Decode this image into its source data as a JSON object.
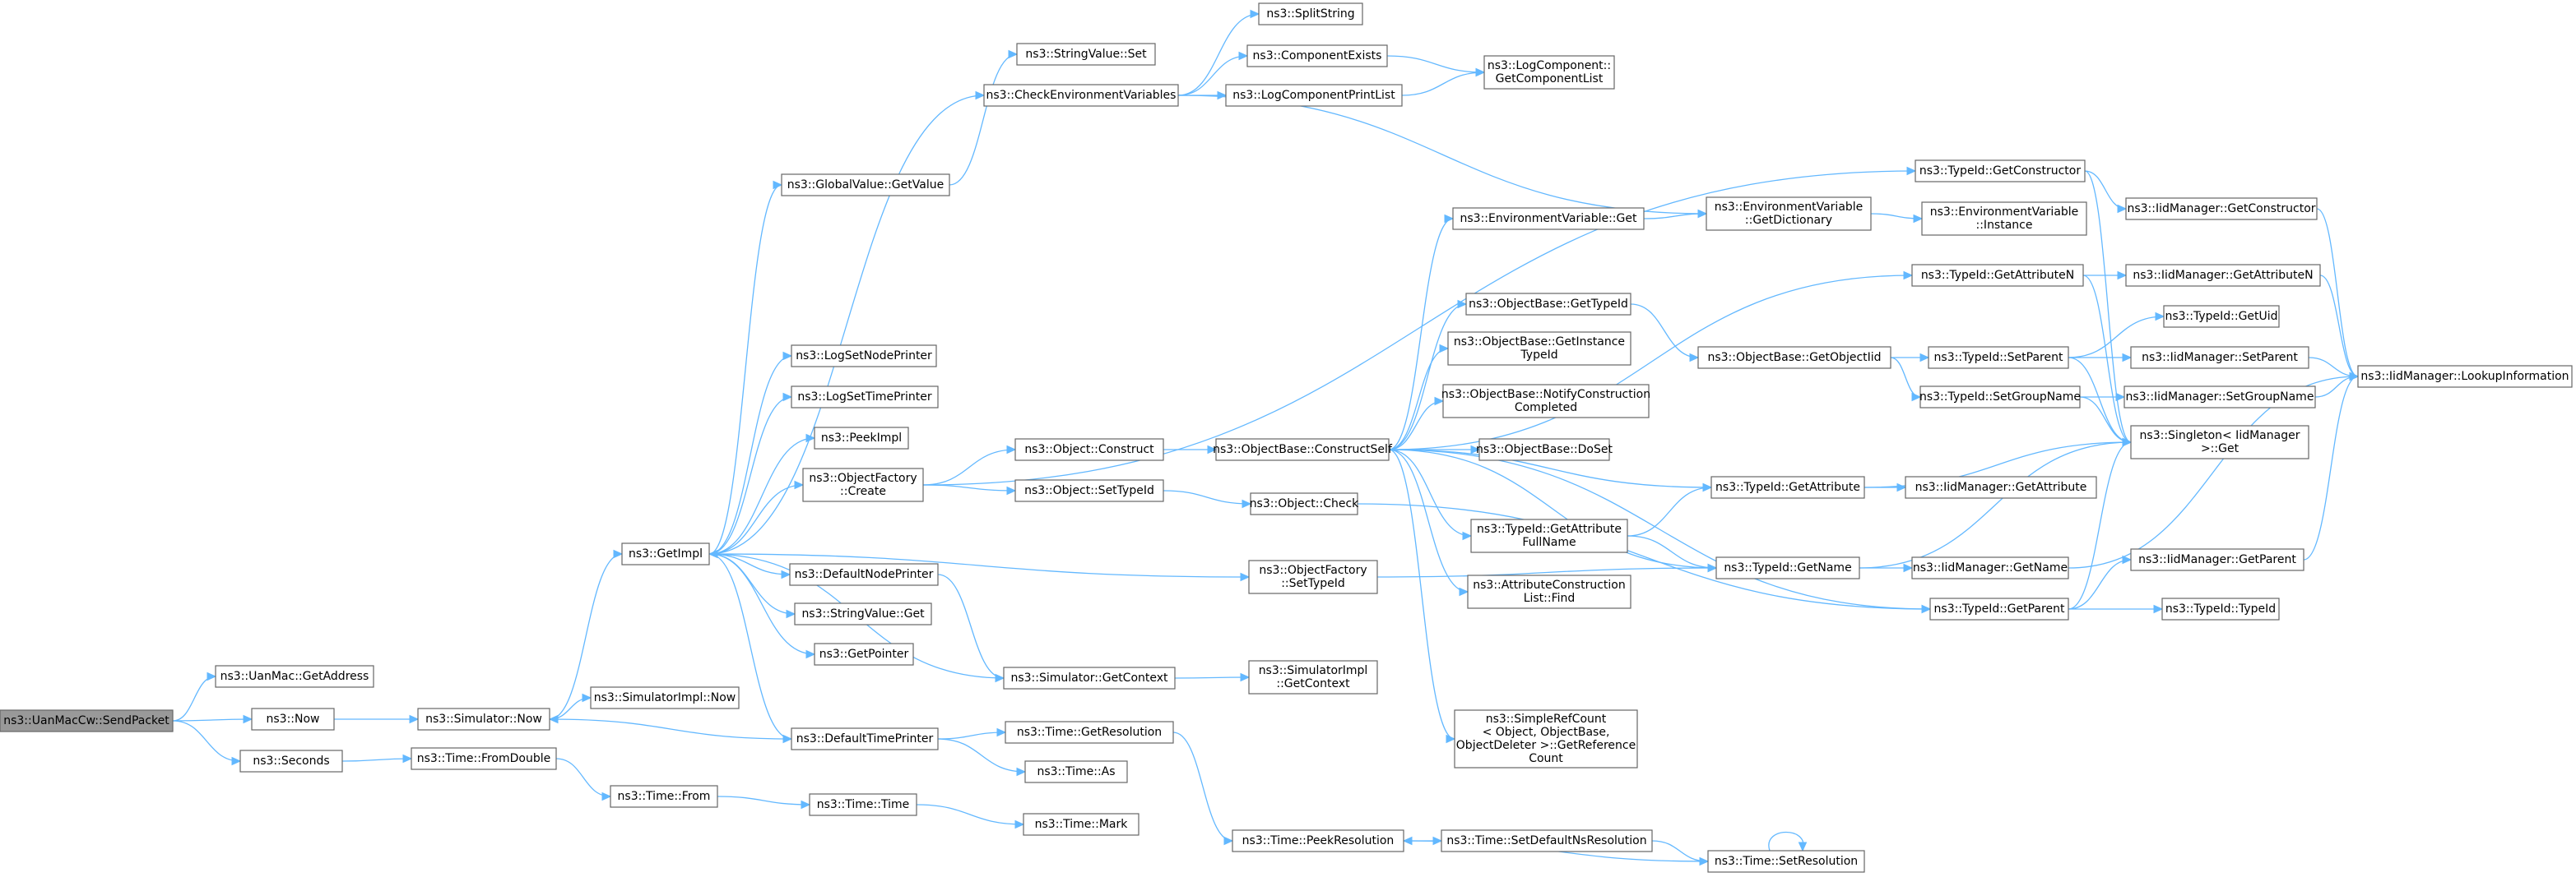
{
  "graph": {
    "root": "ns3::UanMacCw::SendPacket",
    "nodes": [
      {
        "id": "sendpacket",
        "lines": [
          "ns3::UanMacCw::SendPacket"
        ],
        "root": true
      },
      {
        "id": "getaddress",
        "lines": [
          "ns3::UanMac::GetAddress"
        ]
      },
      {
        "id": "now",
        "lines": [
          "ns3::Now"
        ]
      },
      {
        "id": "seconds",
        "lines": [
          "ns3::Seconds"
        ]
      },
      {
        "id": "simnow",
        "lines": [
          "ns3::Simulator::Now"
        ]
      },
      {
        "id": "simimplnow",
        "lines": [
          "ns3::SimulatorImpl::Now"
        ]
      },
      {
        "id": "fromdouble",
        "lines": [
          "ns3::Time::FromDouble"
        ]
      },
      {
        "id": "timefrom",
        "lines": [
          "ns3::Time::From"
        ]
      },
      {
        "id": "timetime",
        "lines": [
          "ns3::Time::Time"
        ]
      },
      {
        "id": "timemark",
        "lines": [
          "ns3::Time::Mark"
        ]
      },
      {
        "id": "getimpl",
        "lines": [
          "ns3::GetImpl"
        ]
      },
      {
        "id": "gvgetvalue",
        "lines": [
          "ns3::GlobalValue::GetValue"
        ]
      },
      {
        "id": "svset",
        "lines": [
          "ns3::StringValue::Set"
        ]
      },
      {
        "id": "checkenv",
        "lines": [
          "ns3::CheckEnvironmentVariables"
        ]
      },
      {
        "id": "splitstring",
        "lines": [
          "ns3::SplitString"
        ]
      },
      {
        "id": "compexists",
        "lines": [
          "ns3::ComponentExists"
        ]
      },
      {
        "id": "logprintlist",
        "lines": [
          "ns3::LogComponentPrintList"
        ]
      },
      {
        "id": "getcomplist",
        "lines": [
          "ns3::LogComponent::",
          "GetComponentList"
        ]
      },
      {
        "id": "lognodeprinter",
        "lines": [
          "ns3::LogSetNodePrinter"
        ]
      },
      {
        "id": "logtimeprinter",
        "lines": [
          "ns3::LogSetTimePrinter"
        ]
      },
      {
        "id": "peekimpl",
        "lines": [
          "ns3::PeekImpl"
        ]
      },
      {
        "id": "ofcreate",
        "lines": [
          "ns3::ObjectFactory",
          "::Create"
        ]
      },
      {
        "id": "defnodeprinter",
        "lines": [
          "ns3::DefaultNodePrinter"
        ]
      },
      {
        "id": "svget",
        "lines": [
          "ns3::StringValue::Get"
        ]
      },
      {
        "id": "getpointer",
        "lines": [
          "ns3::GetPointer"
        ]
      },
      {
        "id": "deftimeprinter",
        "lines": [
          "ns3::DefaultTimePrinter"
        ]
      },
      {
        "id": "objconstruct",
        "lines": [
          "ns3::Object::Construct"
        ]
      },
      {
        "id": "objsettypeid",
        "lines": [
          "ns3::Object::SetTypeId"
        ]
      },
      {
        "id": "ofsettypeid",
        "lines": [
          "ns3::ObjectFactory",
          "::SetTypeId"
        ]
      },
      {
        "id": "simgetcontext",
        "lines": [
          "ns3::Simulator::GetContext"
        ]
      },
      {
        "id": "simimplgetcontext",
        "lines": [
          "ns3::SimulatorImpl",
          "::GetContext"
        ]
      },
      {
        "id": "getresolution",
        "lines": [
          "ns3::Time::GetResolution"
        ]
      },
      {
        "id": "timeas",
        "lines": [
          "ns3::Time::As"
        ]
      },
      {
        "id": "peekresolution",
        "lines": [
          "ns3::Time::PeekResolution"
        ]
      },
      {
        "id": "setdefaultns",
        "lines": [
          "ns3::Time::SetDefaultNsResolution"
        ]
      },
      {
        "id": "setresolution",
        "lines": [
          "ns3::Time::SetResolution"
        ]
      },
      {
        "id": "constructself",
        "lines": [
          "ns3::ObjectBase::ConstructSelf"
        ]
      },
      {
        "id": "objcheck",
        "lines": [
          "ns3::Object::Check"
        ]
      },
      {
        "id": "envget",
        "lines": [
          "ns3::EnvironmentVariable::Get"
        ]
      },
      {
        "id": "obgettypeid",
        "lines": [
          "ns3::ObjectBase::GetTypeId"
        ]
      },
      {
        "id": "obgetinstance",
        "lines": [
          "ns3::ObjectBase::GetInstance",
          "TypeId"
        ]
      },
      {
        "id": "obnotify",
        "lines": [
          "ns3::ObjectBase::NotifyConstruction",
          "Completed"
        ]
      },
      {
        "id": "obdoset",
        "lines": [
          "ns3::ObjectBase::DoSet"
        ]
      },
      {
        "id": "tidgetattrfullname",
        "lines": [
          "ns3::TypeId::GetAttribute",
          "FullName"
        ]
      },
      {
        "id": "attrconstructfind",
        "lines": [
          "ns3::AttributeConstruction",
          "List::Find"
        ]
      },
      {
        "id": "simplerefcount",
        "lines": [
          "ns3::SimpleRefCount",
          "< Object, ObjectBase,",
          "ObjectDeleter >::GetReference",
          "Count"
        ]
      },
      {
        "id": "envgetdict",
        "lines": [
          "ns3::EnvironmentVariable",
          "::GetDictionary"
        ]
      },
      {
        "id": "envinstance",
        "lines": [
          "ns3::EnvironmentVariable",
          "::Instance"
        ]
      },
      {
        "id": "obgetobjectiid",
        "lines": [
          "ns3::ObjectBase::GetObjectIid"
        ]
      },
      {
        "id": "tidgetattribute",
        "lines": [
          "ns3::TypeId::GetAttribute"
        ]
      },
      {
        "id": "tidgetname",
        "lines": [
          "ns3::TypeId::GetName"
        ]
      },
      {
        "id": "tidgetconstructor",
        "lines": [
          "ns3::TypeId::GetConstructor"
        ]
      },
      {
        "id": "tidgetattributen",
        "lines": [
          "ns3::TypeId::GetAttributeN"
        ]
      },
      {
        "id": "tidsetparent",
        "lines": [
          "ns3::TypeId::SetParent"
        ]
      },
      {
        "id": "tidsetgroupname",
        "lines": [
          "ns3::TypeId::SetGroupName"
        ]
      },
      {
        "id": "tidgetparent",
        "lines": [
          "ns3::TypeId::GetParent"
        ]
      },
      {
        "id": "iidgetconstructor",
        "lines": [
          "ns3::IidManager::GetConstructor"
        ]
      },
      {
        "id": "iidgetattributen",
        "lines": [
          "ns3::IidManager::GetAttributeN"
        ]
      },
      {
        "id": "tidgetuid",
        "lines": [
          "ns3::TypeId::GetUid"
        ]
      },
      {
        "id": "iidsetparent",
        "lines": [
          "ns3::IidManager::SetParent"
        ]
      },
      {
        "id": "iidsetgroupname",
        "lines": [
          "ns3::IidManager::SetGroupName"
        ]
      },
      {
        "id": "singletonget",
        "lines": [
          "ns3::Singleton< IidManager",
          " >::Get"
        ]
      },
      {
        "id": "iidgetattribute",
        "lines": [
          "ns3::IidManager::GetAttribute"
        ]
      },
      {
        "id": "iidgetname",
        "lines": [
          "ns3::IidManager::GetName"
        ]
      },
      {
        "id": "iidgetparent",
        "lines": [
          "ns3::IidManager::GetParent"
        ]
      },
      {
        "id": "tidtypeid",
        "lines": [
          "ns3::TypeId::TypeId"
        ]
      },
      {
        "id": "iidlookup",
        "lines": [
          "ns3::IidManager::LookupInformation"
        ]
      }
    ],
    "edges": [
      [
        "sendpacket",
        "getaddress"
      ],
      [
        "sendpacket",
        "now"
      ],
      [
        "sendpacket",
        "seconds"
      ],
      [
        "now",
        "simnow"
      ],
      [
        "seconds",
        "fromdouble"
      ],
      [
        "fromdouble",
        "timefrom"
      ],
      [
        "timefrom",
        "timetime"
      ],
      [
        "timetime",
        "timemark"
      ],
      [
        "simnow",
        "simimplnow"
      ],
      [
        "simnow",
        "getimpl"
      ],
      [
        "getimpl",
        "gvgetvalue"
      ],
      [
        "getimpl",
        "checkenv"
      ],
      [
        "getimpl",
        "lognodeprinter"
      ],
      [
        "getimpl",
        "logtimeprinter"
      ],
      [
        "getimpl",
        "peekimpl"
      ],
      [
        "getimpl",
        "ofcreate"
      ],
      [
        "getimpl",
        "defnodeprinter"
      ],
      [
        "getimpl",
        "svget"
      ],
      [
        "getimpl",
        "getpointer"
      ],
      [
        "getimpl",
        "deftimeprinter"
      ],
      [
        "getimpl",
        "ofsettypeid"
      ],
      [
        "gvgetvalue",
        "svset"
      ],
      [
        "checkenv",
        "splitstring"
      ],
      [
        "checkenv",
        "compexists"
      ],
      [
        "checkenv",
        "logprintlist"
      ],
      [
        "checkenv",
        "envgetdict"
      ],
      [
        "compexists",
        "getcomplist"
      ],
      [
        "logprintlist",
        "getcomplist"
      ],
      [
        "ofcreate",
        "objconstruct"
      ],
      [
        "ofcreate",
        "objsettypeid"
      ],
      [
        "ofcreate",
        "tidgetconstructor"
      ],
      [
        "defnodeprinter",
        "simgetcontext"
      ],
      [
        "simgetcontext",
        "getimpl"
      ],
      [
        "simgetcontext",
        "simimplgetcontext"
      ],
      [
        "deftimeprinter",
        "simnow"
      ],
      [
        "deftimeprinter",
        "getresolution"
      ],
      [
        "deftimeprinter",
        "timeas"
      ],
      [
        "getresolution",
        "peekresolution"
      ],
      [
        "peekresolution",
        "setdefaultns"
      ],
      [
        "setdefaultns",
        "setresolution"
      ],
      [
        "setresolution",
        "peekresolution"
      ],
      [
        "setresolution",
        "setresolution"
      ],
      [
        "objconstruct",
        "constructself"
      ],
      [
        "objsettypeid",
        "objcheck"
      ],
      [
        "ofsettypeid",
        "tidgetname"
      ],
      [
        "objcheck",
        "tidgetparent"
      ],
      [
        "constructself",
        "envget"
      ],
      [
        "constructself",
        "obgettypeid"
      ],
      [
        "constructself",
        "obgetinstance"
      ],
      [
        "constructself",
        "obnotify"
      ],
      [
        "constructself",
        "obdoset"
      ],
      [
        "constructself",
        "tidgetattrfullname"
      ],
      [
        "constructself",
        "attrconstructfind"
      ],
      [
        "constructself",
        "simplerefcount"
      ],
      [
        "constructself",
        "tidgetattribute"
      ],
      [
        "constructself",
        "tidgetname"
      ],
      [
        "constructself",
        "tidgetattributen"
      ],
      [
        "constructself",
        "tidgetparent"
      ],
      [
        "envget",
        "envgetdict"
      ],
      [
        "envgetdict",
        "envinstance"
      ],
      [
        "obgettypeid",
        "obgetobjectiid"
      ],
      [
        "obgetobjectiid",
        "tidsetparent"
      ],
      [
        "obgetobjectiid",
        "tidsetgroupname"
      ],
      [
        "tidgetattrfullname",
        "tidgetattribute"
      ],
      [
        "tidgetattrfullname",
        "tidgetname"
      ],
      [
        "tidgetattribute",
        "iidgetattribute"
      ],
      [
        "tidgetattribute",
        "singletonget"
      ],
      [
        "tidgetname",
        "iidgetname"
      ],
      [
        "tidgetname",
        "singletonget"
      ],
      [
        "tidgetconstructor",
        "iidgetconstructor"
      ],
      [
        "tidgetconstructor",
        "singletonget"
      ],
      [
        "tidgetattributen",
        "iidgetattributen"
      ],
      [
        "tidgetattributen",
        "singletonget"
      ],
      [
        "tidsetparent",
        "tidgetuid"
      ],
      [
        "tidsetparent",
        "iidsetparent"
      ],
      [
        "tidsetparent",
        "singletonget"
      ],
      [
        "tidsetgroupname",
        "iidsetgroupname"
      ],
      [
        "tidsetgroupname",
        "singletonget"
      ],
      [
        "tidgetparent",
        "iidgetparent"
      ],
      [
        "tidgetparent",
        "tidtypeid"
      ],
      [
        "tidgetparent",
        "singletonget"
      ],
      [
        "iidgetconstructor",
        "iidlookup"
      ],
      [
        "iidgetattributen",
        "iidlookup"
      ],
      [
        "iidsetparent",
        "iidlookup"
      ],
      [
        "iidsetgroupname",
        "iidlookup"
      ],
      [
        "iidgetname",
        "iidlookup"
      ],
      [
        "iidgetparent",
        "iidlookup"
      ]
    ],
    "colors": {
      "edge": "#63b8ff",
      "node_border": "#666666",
      "root_fill": "#999999",
      "node_fill": "#ffffff"
    }
  }
}
